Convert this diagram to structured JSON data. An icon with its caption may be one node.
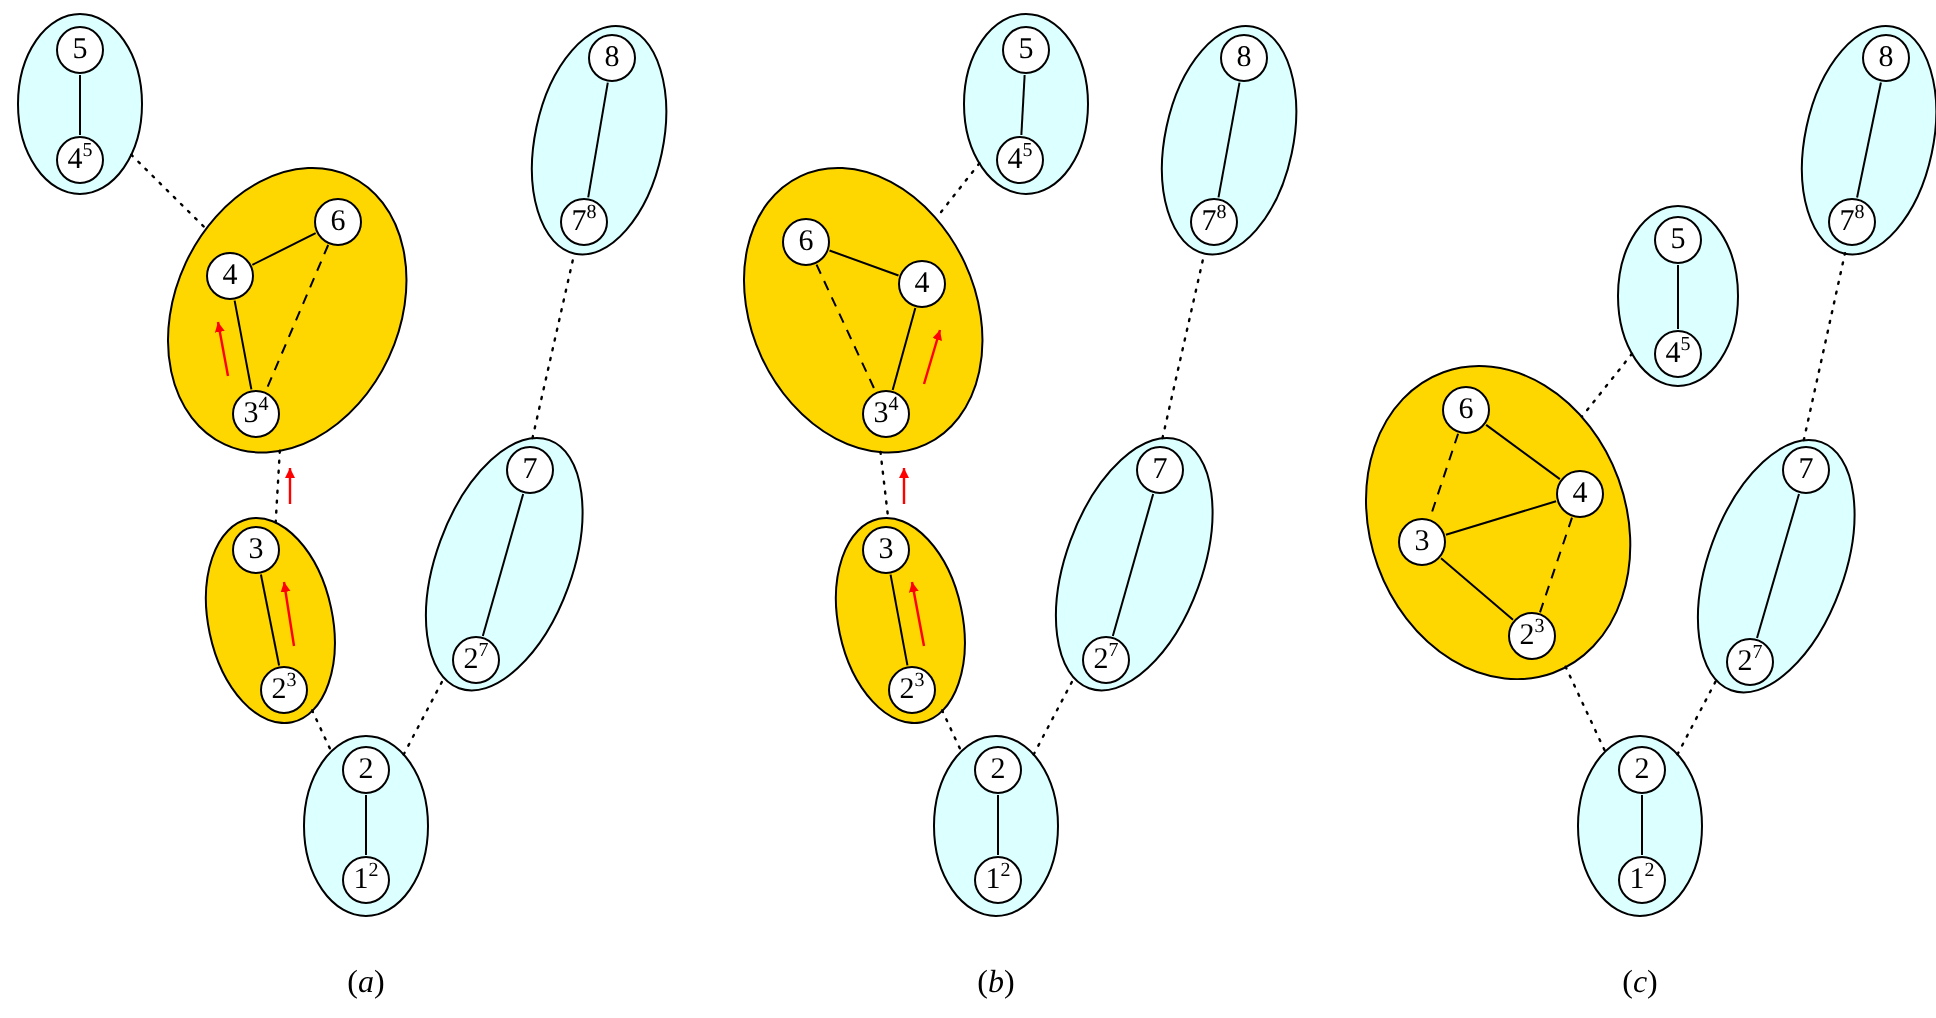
{
  "diagram": {
    "nodes": [
      {
        "text": [],
        "shape": "ellipse"
      },
      {
        "text": [
          "5"
        ],
        "in": 0
      },
      {
        "text": [
          "4$^{5}$"
        ],
        "in": 0
      },
      {
        "text": [],
        "shape": "ellipse"
      },
      {
        "text": [
          "4"
        ],
        "in": 3
      },
      {
        "text": [
          "6"
        ],
        "in": 3
      },
      {
        "text": [
          "3$^{4}$"
        ],
        "in": 3
      },
      {
        "text": [],
        "shape": "ellipse"
      },
      {
        "text": [
          "3"
        ],
        "in": 7
      },
      {
        "text": [
          "2$^{3}$"
        ],
        "in": 7
      },
      {
        "text": [],
        "shape": "ellipse"
      },
      {
        "text": [
          "2"
        ],
        "in": 10
      },
      {
        "text": [
          "1$^{2}$"
        ],
        "in": 10
      },
      {
        "text": [],
        "shape": "ellipse"
      },
      {
        "text": [
          "7"
        ],
        "in": 13
      },
      {
        "text": [
          "2$^{7}$"
        ],
        "in": 13
      },
      {
        "text": [],
        "shape": "ellipse"
      },
      {
        "text": [
          "8"
        ],
        "in": 16
      },
      {
        "text": [
          "7$^{8}$"
        ],
        "in": 16
      },
      {
        "text": [],
        "shape": "ellipse"
      },
      {
        "text": [
          "5"
        ],
        "in": 19
      },
      {
        "text": [
          "4$^{5}$"
        ],
        "in": 19
      },
      {
        "text": [],
        "shape": "ellipse"
      },
      {
        "text": [
          "6"
        ],
        "in": 22
      },
      {
        "text": [
          "4"
        ],
        "in": 22
      },
      {
        "text": [
          "3$^{4}$"
        ],
        "in": 22
      },
      {
        "text": [],
        "shape": "ellipse"
      },
      {
        "text": [
          "3"
        ],
        "in": 26
      },
      {
        "text": [
          "2$^{3}$"
        ],
        "in": 26
      },
      {
        "text": [],
        "shape": "ellipse"
      },
      {
        "text": [
          "2"
        ],
        "in": 29
      },
      {
        "text": [
          "1$^{2}$"
        ],
        "in": 29
      },
      {
        "text": [],
        "shape": "ellipse"
      },
      {
        "text": [
          "7"
        ],
        "in": 32
      },
      {
        "text": [
          "2$^{7}$"
        ],
        "in": 32
      },
      {
        "text": [],
        "shape": "ellipse"
      },
      {
        "text": [
          "8"
        ],
        "in": 35
      },
      {
        "text": [
          "7$^{8}$"
        ],
        "in": 35
      },
      {
        "text": [],
        "shape": "ellipse"
      },
      {
        "text": [
          "5"
        ],
        "in": 38
      },
      {
        "text": [
          "4$^{5}$"
        ],
        "in": 38
      },
      {
        "text": [],
        "shape": "ellipse"
      },
      {
        "text": [
          "6"
        ],
        "in": 41
      },
      {
        "text": [
          "4"
        ],
        "in": 41
      },
      {
        "text": [
          "3"
        ],
        "in": 41
      },
      {
        "text": [
          "2$^{3}$"
        ],
        "in": 41
      },
      {
        "text": [],
        "shape": "ellipse"
      },
      {
        "text": [
          "2"
        ],
        "in": 46
      },
      {
        "text": [
          "1$^{2}$"
        ],
        "in": 46
      },
      {
        "text": [],
        "shape": "ellipse"
      },
      {
        "text": [
          "7"
        ],
        "in": 49
      },
      {
        "text": [
          "2$^{7}$"
        ],
        "in": 49
      },
      {
        "text": [],
        "shape": "ellipse"
      },
      {
        "text": [
          "8"
        ],
        "in": 52
      },
      {
        "text": [
          "7$^{8}$"
        ],
        "in": 52
      }
    ],
    "edges": [
      {
        "from": 1,
        "to": 2,
        "arrow": "none"
      },
      {
        "from": 4,
        "to": 5,
        "arrow": "none"
      },
      {
        "from": 4,
        "to": 6,
        "arrow": "none"
      },
      {
        "from": 5,
        "to": 6,
        "arrow": "none",
        "style": "dashed"
      },
      {
        "from": 8,
        "to": 9,
        "arrow": "none"
      },
      {
        "from": 11,
        "to": 12,
        "arrow": "none"
      },
      {
        "from": 14,
        "to": 15,
        "arrow": "none"
      },
      {
        "from": 17,
        "to": 18,
        "arrow": "none"
      },
      {
        "from": 0,
        "to": 3,
        "arrow": "none",
        "style": "dashed"
      },
      {
        "from": 3,
        "to": 7,
        "arrow": "none",
        "style": "dashed"
      },
      {
        "from": 7,
        "to": 10,
        "arrow": "none",
        "style": "dashed"
      },
      {
        "from": 10,
        "to": 13,
        "arrow": "none",
        "style": "dashed"
      },
      {
        "from": 13,
        "to": 16,
        "arrow": "none",
        "style": "dashed"
      },
      {
        "from": 20,
        "to": 21,
        "arrow": "none"
      },
      {
        "from": 23,
        "to": 24,
        "arrow": "none"
      },
      {
        "from": 23,
        "to": 25,
        "arrow": "none",
        "style": "dashed"
      },
      {
        "from": 24,
        "to": 25,
        "arrow": "none"
      },
      {
        "from": 27,
        "to": 28,
        "arrow": "none"
      },
      {
        "from": 30,
        "to": 31,
        "arrow": "none"
      },
      {
        "from": 33,
        "to": 34,
        "arrow": "none"
      },
      {
        "from": 36,
        "to": 37,
        "arrow": "none"
      },
      {
        "from": 19,
        "to": 22,
        "arrow": "none",
        "style": "dashed"
      },
      {
        "from": 22,
        "to": 26,
        "arrow": "none",
        "style": "dashed"
      },
      {
        "from": 26,
        "to": 29,
        "arrow": "none",
        "style": "dashed"
      },
      {
        "from": 29,
        "to": 32,
        "arrow": "none",
        "style": "dashed"
      },
      {
        "from": 32,
        "to": 35,
        "arrow": "none",
        "style": "dashed"
      },
      {
        "from": 39,
        "to": 40,
        "arrow": "none"
      },
      {
        "from": 42,
        "to": 43,
        "arrow": "none"
      },
      {
        "from": 42,
        "to": 44,
        "arrow": "none",
        "style": "dashed"
      },
      {
        "from": 44,
        "to": 43,
        "arrow": "none"
      },
      {
        "from": 44,
        "to": 45,
        "arrow": "none"
      },
      {
        "from": 43,
        "to": 45,
        "arrow": "none",
        "style": "dashed"
      },
      {
        "from": 47,
        "to": 48,
        "arrow": "none"
      },
      {
        "from": 50,
        "to": 51,
        "arrow": "none"
      },
      {
        "from": 53,
        "to": 54,
        "arrow": "none"
      },
      {
        "from": 38,
        "to": 41,
        "arrow": "none",
        "style": "dashed"
      },
      {
        "from": 41,
        "to": 46,
        "arrow": "none",
        "style": "dashed"
      },
      {
        "from": 46,
        "to": 49,
        "arrow": "none",
        "style": "dashed"
      },
      {
        "from": 49,
        "to": 52,
        "arrow": "none",
        "style": "dashed"
      }
    ],
    "labels": [
      "(*a*)",
      "(*b*)",
      "(*c*)"
    ]
  }
}
